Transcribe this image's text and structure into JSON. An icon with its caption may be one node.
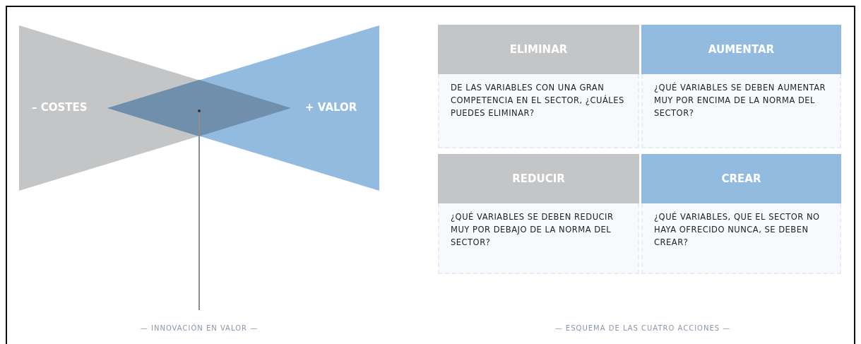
{
  "diagram": {
    "nodes": [
      {
        "text": [
          "– COSTES"
        ]
      },
      {
        "text": [
          "+ VALOR"
        ]
      },
      {
        "text": [],
        "shape": "diamond"
      },
      {
        "text": [
          "— INNOVACIÓN EN VALOR —"
        ]
      },
      {
        "text": [
          "ELIMINAR",
          "DE LAS VARIABLES CON UNA GRAN COMPETENCIA EN EL SECTOR, ¿CUÁLES PUEDES ELIMINAR?"
        ]
      },
      {
        "text": [
          "AUMENTAR",
          "¿QUÉ VARIABLES SE DEBEN AUMENTAR MUY POR ENCIMA DE LA NORMA DEL SECTOR?"
        ]
      },
      {
        "text": [
          "REDUCIR",
          "¿QUÉ VARIABLES SE DEBEN REDUCIR MUY POR DEBAJO DE LA NORMA DEL SECTOR?"
        ]
      },
      {
        "text": [
          "CREAR",
          "¿QUÉ VARIABLES, QUE EL SECTOR NO HAYA OFRECIDO NUNCA, SE DEBEN CREAR?"
        ]
      }
    ],
    "edges": [
      {
        "from": 3,
        "to": 2,
        "arrow": "other"
      }
    ],
    "labels": [
      "— ESQUEMA DE LAS CUATRO ACCIONES —"
    ]
  }
}
